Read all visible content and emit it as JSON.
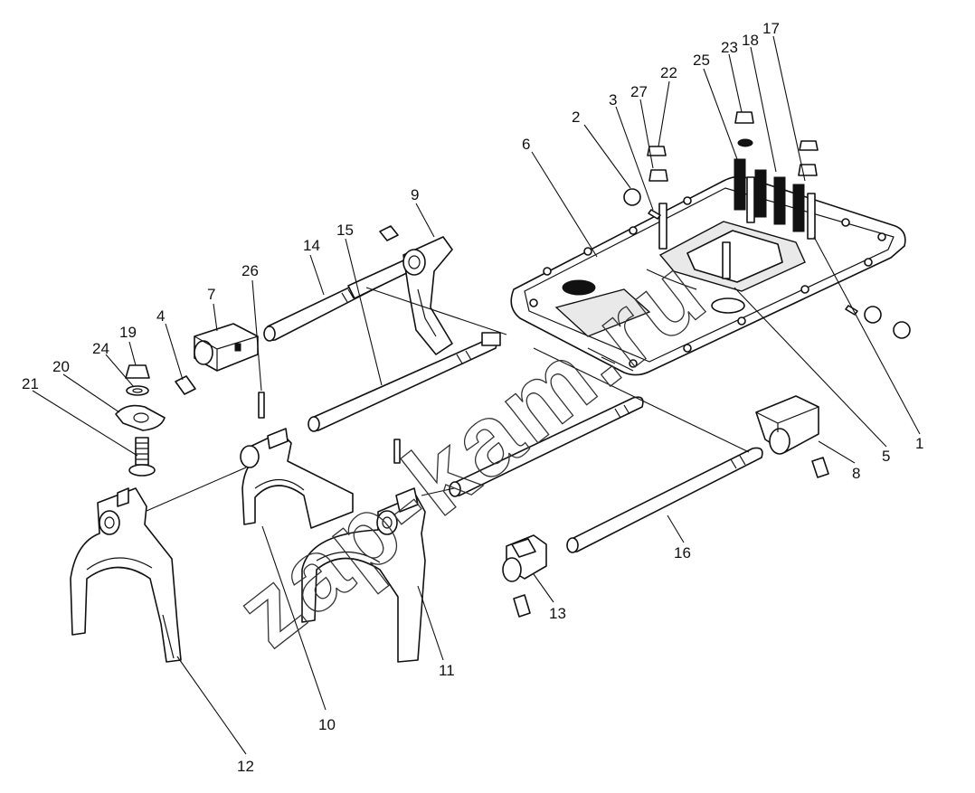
{
  "watermark": "zap-kam.ru",
  "callouts": [
    "1",
    "2",
    "3",
    "4",
    "5",
    "6",
    "7",
    "8",
    "9",
    "10",
    "11",
    "12",
    "13",
    "14",
    "15",
    "16",
    "17",
    "18",
    "19",
    "20",
    "21",
    "22",
    "23",
    "24",
    "25",
    "26",
    "27"
  ]
}
